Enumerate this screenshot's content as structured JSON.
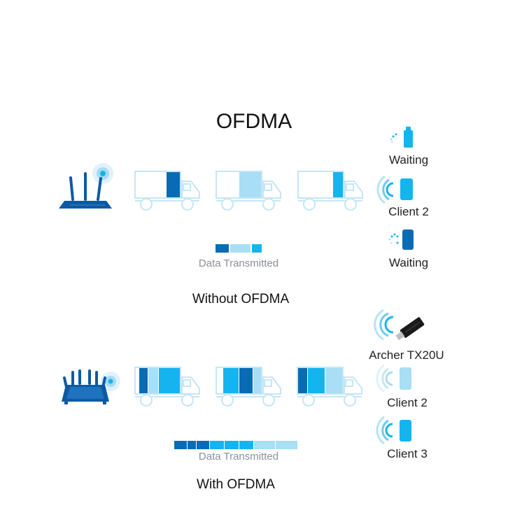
{
  "title": "OFDMA",
  "colors": {
    "dark_blue": "#0a6bb5",
    "mid_blue": "#15b4ee",
    "light_blue": "#a8def6",
    "outline": "#c5e6f5",
    "router": "#0d5aa3"
  },
  "without": {
    "caption": "Without OFDMA",
    "legend_label": "Data Transmitted",
    "clients": [
      {
        "label": "Waiting",
        "icon": "phone-waiting-icon"
      },
      {
        "label": "Client 2",
        "icon": "phone-signal-icon"
      },
      {
        "label": "Waiting",
        "icon": "phone-waiting-icon"
      }
    ]
  },
  "with": {
    "caption": "With OFDMA",
    "legend_label": "Data Transmitted",
    "clients": [
      {
        "label": "Archer TX20U",
        "icon": "usb-adapter-icon"
      },
      {
        "label": "Client 2",
        "icon": "phone-signal-icon"
      },
      {
        "label": "Client 3",
        "icon": "phone-signal-icon"
      }
    ]
  }
}
